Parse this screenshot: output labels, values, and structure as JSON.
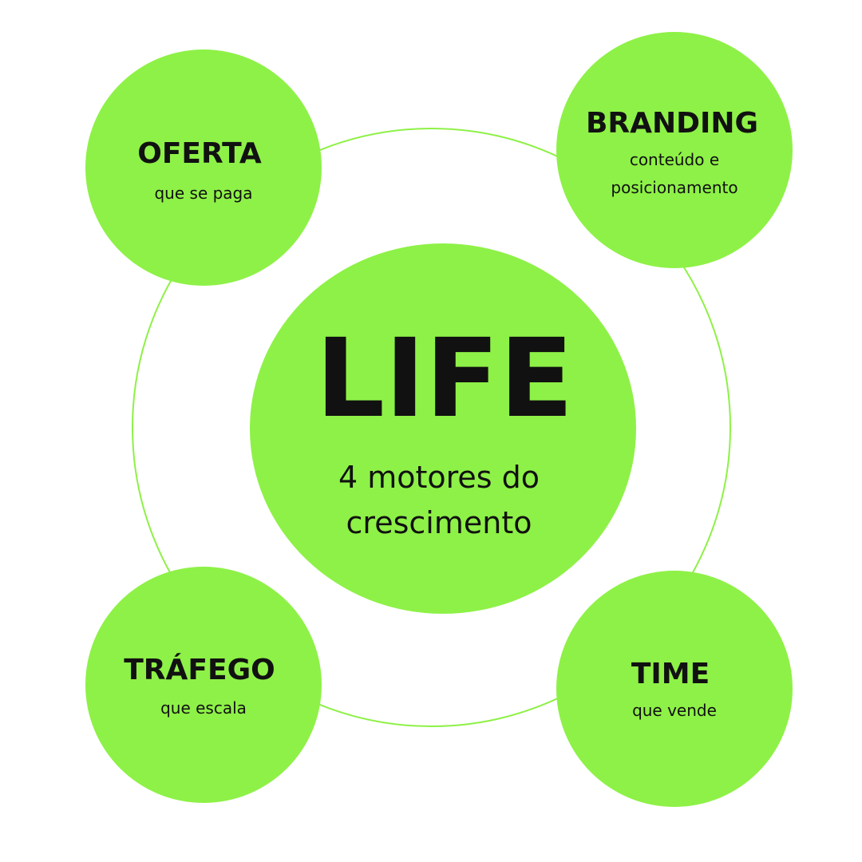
{
  "center": {
    "title": "LIFE",
    "subtitle_line1": "4 motores do",
    "subtitle_line2": "crescimento"
  },
  "nodes": [
    {
      "title": "OFERTA",
      "lines": [
        "que se paga"
      ]
    },
    {
      "title": "BRANDING",
      "lines": [
        "conteúdo e",
        "posicionamento"
      ]
    },
    {
      "title": "TRÁFEGO",
      "lines": [
        "que escala"
      ]
    },
    {
      "title": "TIME",
      "lines": [
        "que vende"
      ]
    }
  ],
  "colors": {
    "green": "#8ef147",
    "text": "#111111"
  }
}
